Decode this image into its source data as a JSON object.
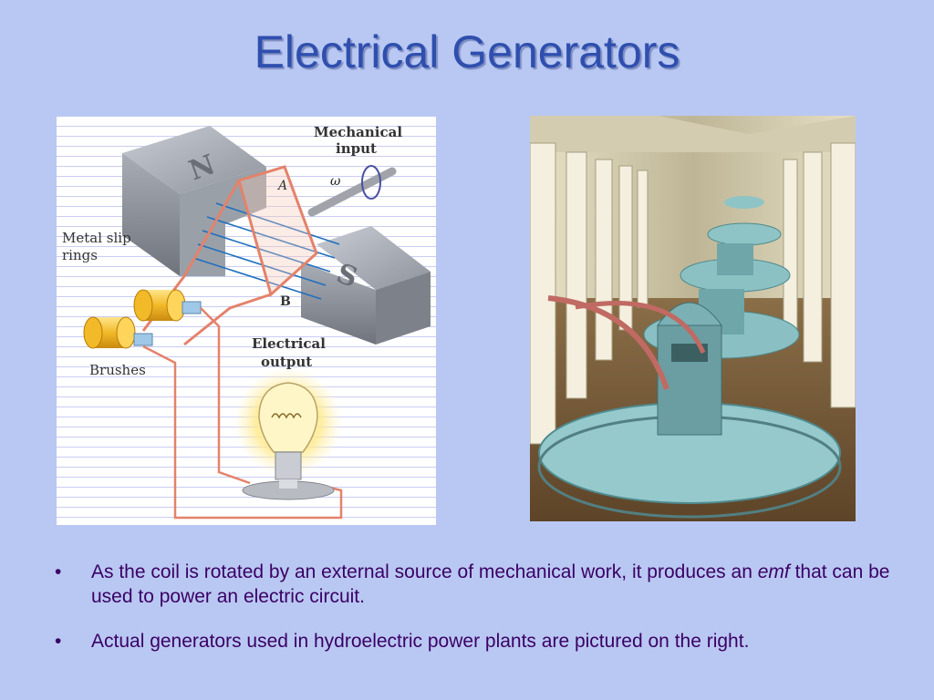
{
  "slide": {
    "title": "Electrical Generators"
  },
  "diagram": {
    "label_mechanical_1": "Mechanical",
    "label_mechanical_2": "input",
    "label_omega": "ω",
    "label_A": "A",
    "label_B": "B",
    "label_N": "N",
    "label_S": "S",
    "label_slip_1": "Metal slip",
    "label_slip_2": "rings",
    "label_brushes": "Brushes",
    "label_electrical_1": "Electrical",
    "label_electrical_2": "output"
  },
  "bullets": [
    {
      "marker": "•",
      "text_before": "As the coil is rotated by an external source of mechanical work, it produces an ",
      "emphasis": "emf",
      "text_after": " that can be used to power an electric circuit."
    },
    {
      "marker": "•",
      "text": "Actual generators used in hydroelectric power plants are pictured on the right."
    }
  ],
  "colors": {
    "background": "#b9c8f2",
    "title": "#2f4fae",
    "bullet_text": "#3a0066"
  }
}
